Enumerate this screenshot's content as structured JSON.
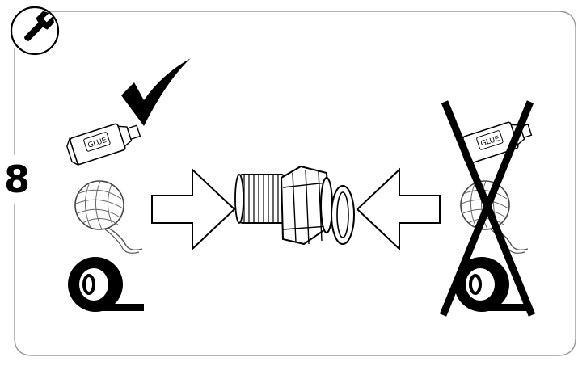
{
  "step": {
    "number": "8"
  },
  "tools": {
    "icon": "wrench-icon"
  },
  "glue_tube": {
    "label": "GLUE"
  },
  "left_column": {
    "status": "allowed",
    "status_icon": "checkmark-icon"
  },
  "right_column": {
    "status": "not-allowed",
    "status_icon": "cross-out-icon"
  },
  "colors": {
    "ink": "#000000",
    "frame": "#9a9a9a",
    "background": "#ffffff"
  }
}
